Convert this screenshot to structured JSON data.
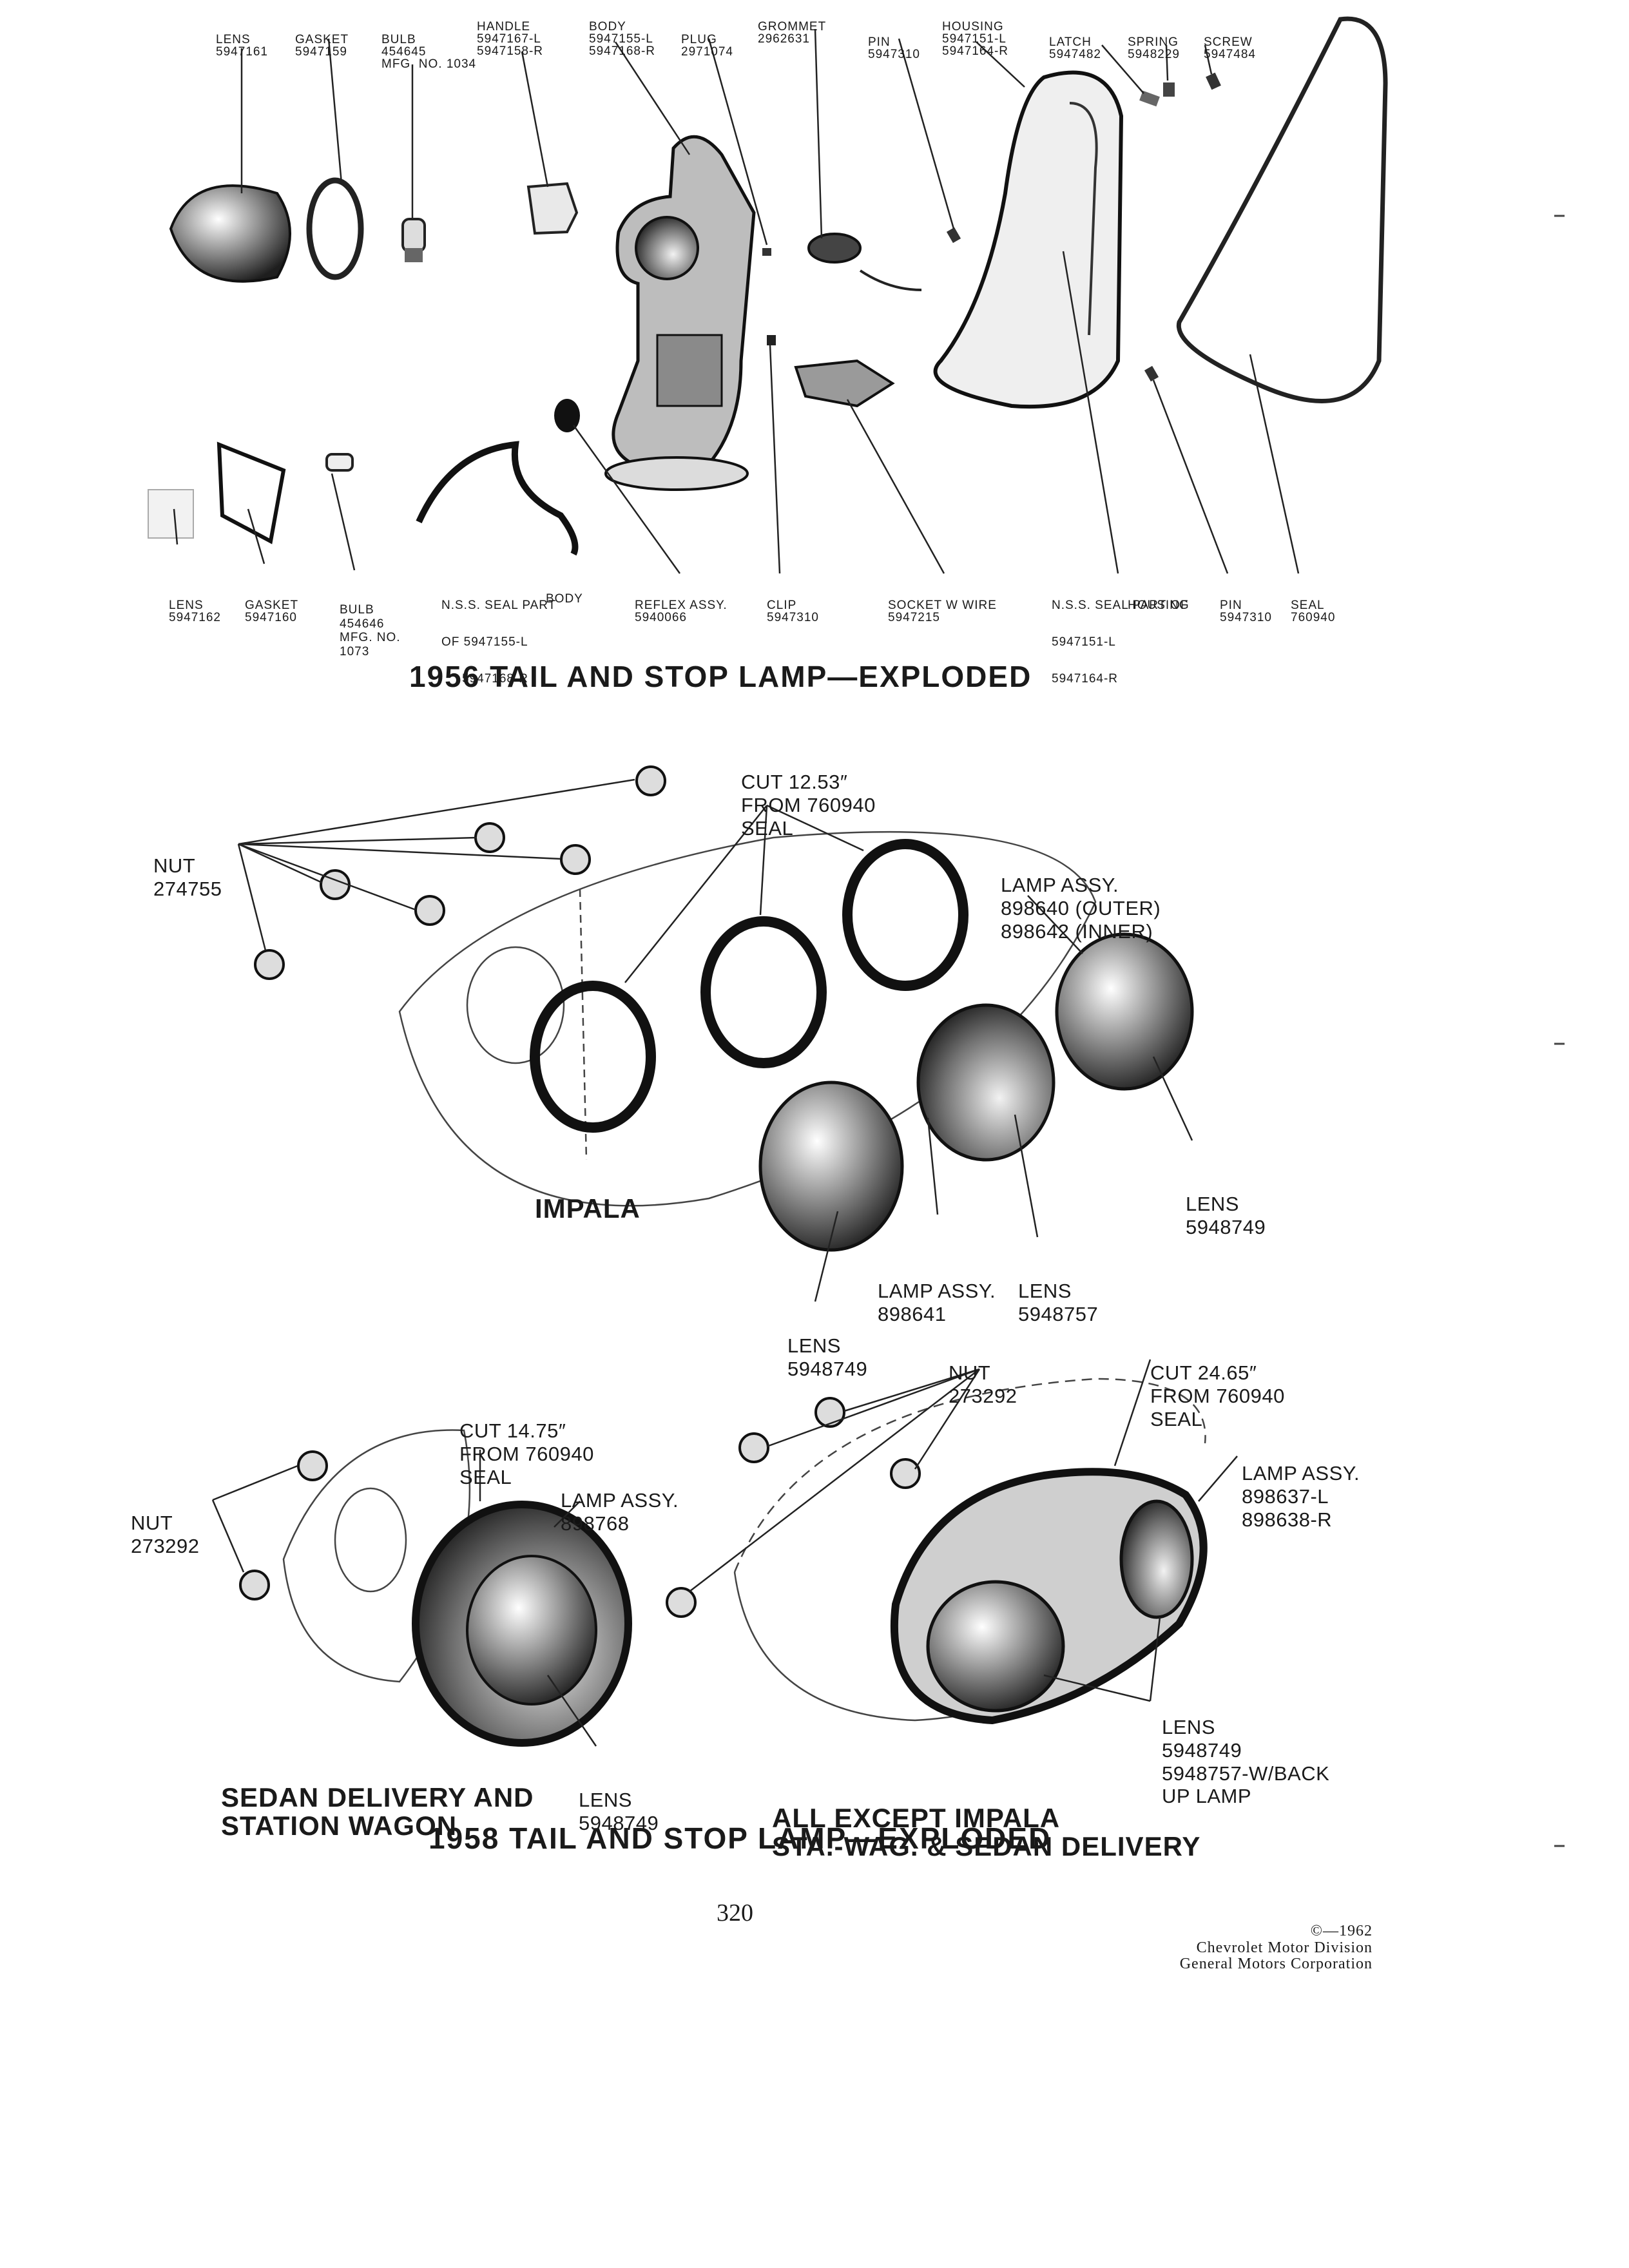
{
  "top_labels": {
    "lens_1": [
      "LENS",
      "5947161"
    ],
    "gasket_1": [
      "GASKET",
      "5947159"
    ],
    "bulb_1": [
      "BULB",
      "454645",
      "MFG. NO. 1034"
    ],
    "handle": [
      "HANDLE",
      "5947167-L",
      "5947158-R"
    ],
    "body": [
      "BODY",
      "5947155-L",
      "5947168-R"
    ],
    "plug": [
      "PLUG",
      "2971074"
    ],
    "grommet": [
      "GROMMET",
      "2962631"
    ],
    "pin_1": [
      "PIN",
      "5947310"
    ],
    "housing": [
      "HOUSING",
      "5947151-L",
      "5947164-R"
    ],
    "latch": [
      "LATCH",
      "5947482"
    ],
    "spring": [
      "SPRING",
      "5948229"
    ],
    "screw": [
      "SCREW",
      "5947484"
    ]
  },
  "bottom_labels": {
    "lens_2": [
      "LENS",
      "5947162"
    ],
    "gasket_2": [
      "GASKET",
      "5947160"
    ],
    "bulb_2": [
      "BULB",
      "454646",
      "MFG. NO.",
      "1073"
    ],
    "nss_body": [
      "N.S.S. SEAL PART",
      "OF 5947155-L",
      "5947168-R",
      "BODY"
    ],
    "reflex": [
      "REFLEX ASSY.",
      "5940066"
    ],
    "clip": [
      "CLIP",
      "5947310"
    ],
    "socket": [
      "SOCKET W WIRE",
      "5947215"
    ],
    "nss_housing": [
      "N.S.S. SEAL PART OF",
      "5947151-L",
      "5947164-R",
      "HOUSING"
    ],
    "pin_2": [
      "PIN",
      "5947310"
    ],
    "seal_1": [
      "SEAL",
      "760940"
    ]
  },
  "title_1956": "1956 TAIL AND STOP LAMP—EXPLODED",
  "impala": {
    "cut": [
      "CUT 12.53″",
      "FROM 760940",
      "SEAL"
    ],
    "nut": [
      "NUT",
      "274755"
    ],
    "lamp_assy": [
      "LAMP ASSY.",
      "898640 (OUTER)",
      "898642 (INNER)"
    ],
    "lens_right": [
      "LENS",
      "5948749"
    ],
    "section_label": "IMPALA",
    "lamp_assy_mid": [
      "LAMP ASSY.",
      "898641"
    ],
    "lens_mid": [
      "LENS",
      "5948757"
    ],
    "lens_low": [
      "LENS",
      "5948749"
    ]
  },
  "sedan": {
    "cut": [
      "CUT 14.75″",
      "FROM 760940",
      "SEAL"
    ],
    "nut": [
      "NUT",
      "273292"
    ],
    "lamp_assy": [
      "LAMP ASSY.",
      "898768"
    ],
    "lens": [
      "LENS",
      "5948749"
    ],
    "section_label": [
      "SEDAN DELIVERY AND",
      "STATION WAGON"
    ]
  },
  "except": {
    "nut": [
      "NUT",
      "273292"
    ],
    "cut": [
      "CUT 24.65″",
      "FROM 760940",
      "SEAL"
    ],
    "lamp_assy": [
      "LAMP ASSY.",
      "898637-L",
      "898638-R"
    ],
    "lens": [
      "LENS",
      "5948749",
      "5948757-W/BACK",
      "UP LAMP"
    ],
    "section_label": [
      "ALL EXCEPT IMPALA",
      "STA.-WAG. & SEDAN DELIVERY"
    ]
  },
  "title_1958": "1958 TAIL AND STOP LAMP—EXPLODED",
  "page_number": "320",
  "copyright": [
    "©—1962",
    "Chevrolet Motor Division",
    "General Motors Corporation"
  ]
}
